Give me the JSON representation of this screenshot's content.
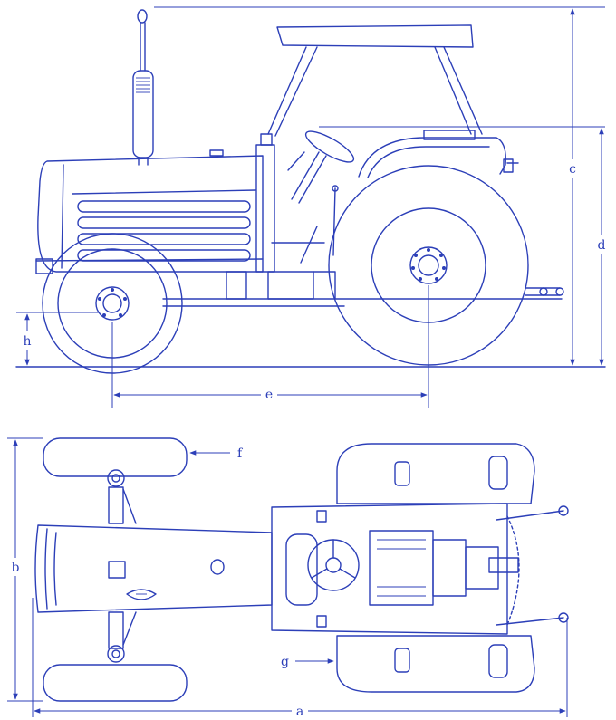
{
  "colors": {
    "ink": "#2c3fb8",
    "paper": "#ffffff"
  },
  "side_view": {
    "dimension_labels": {
      "c": "c",
      "d": "d",
      "e": "e",
      "h": "h"
    }
  },
  "top_view": {
    "dimension_labels": {
      "a": "a",
      "b": "b",
      "f": "f",
      "g": "g"
    }
  }
}
